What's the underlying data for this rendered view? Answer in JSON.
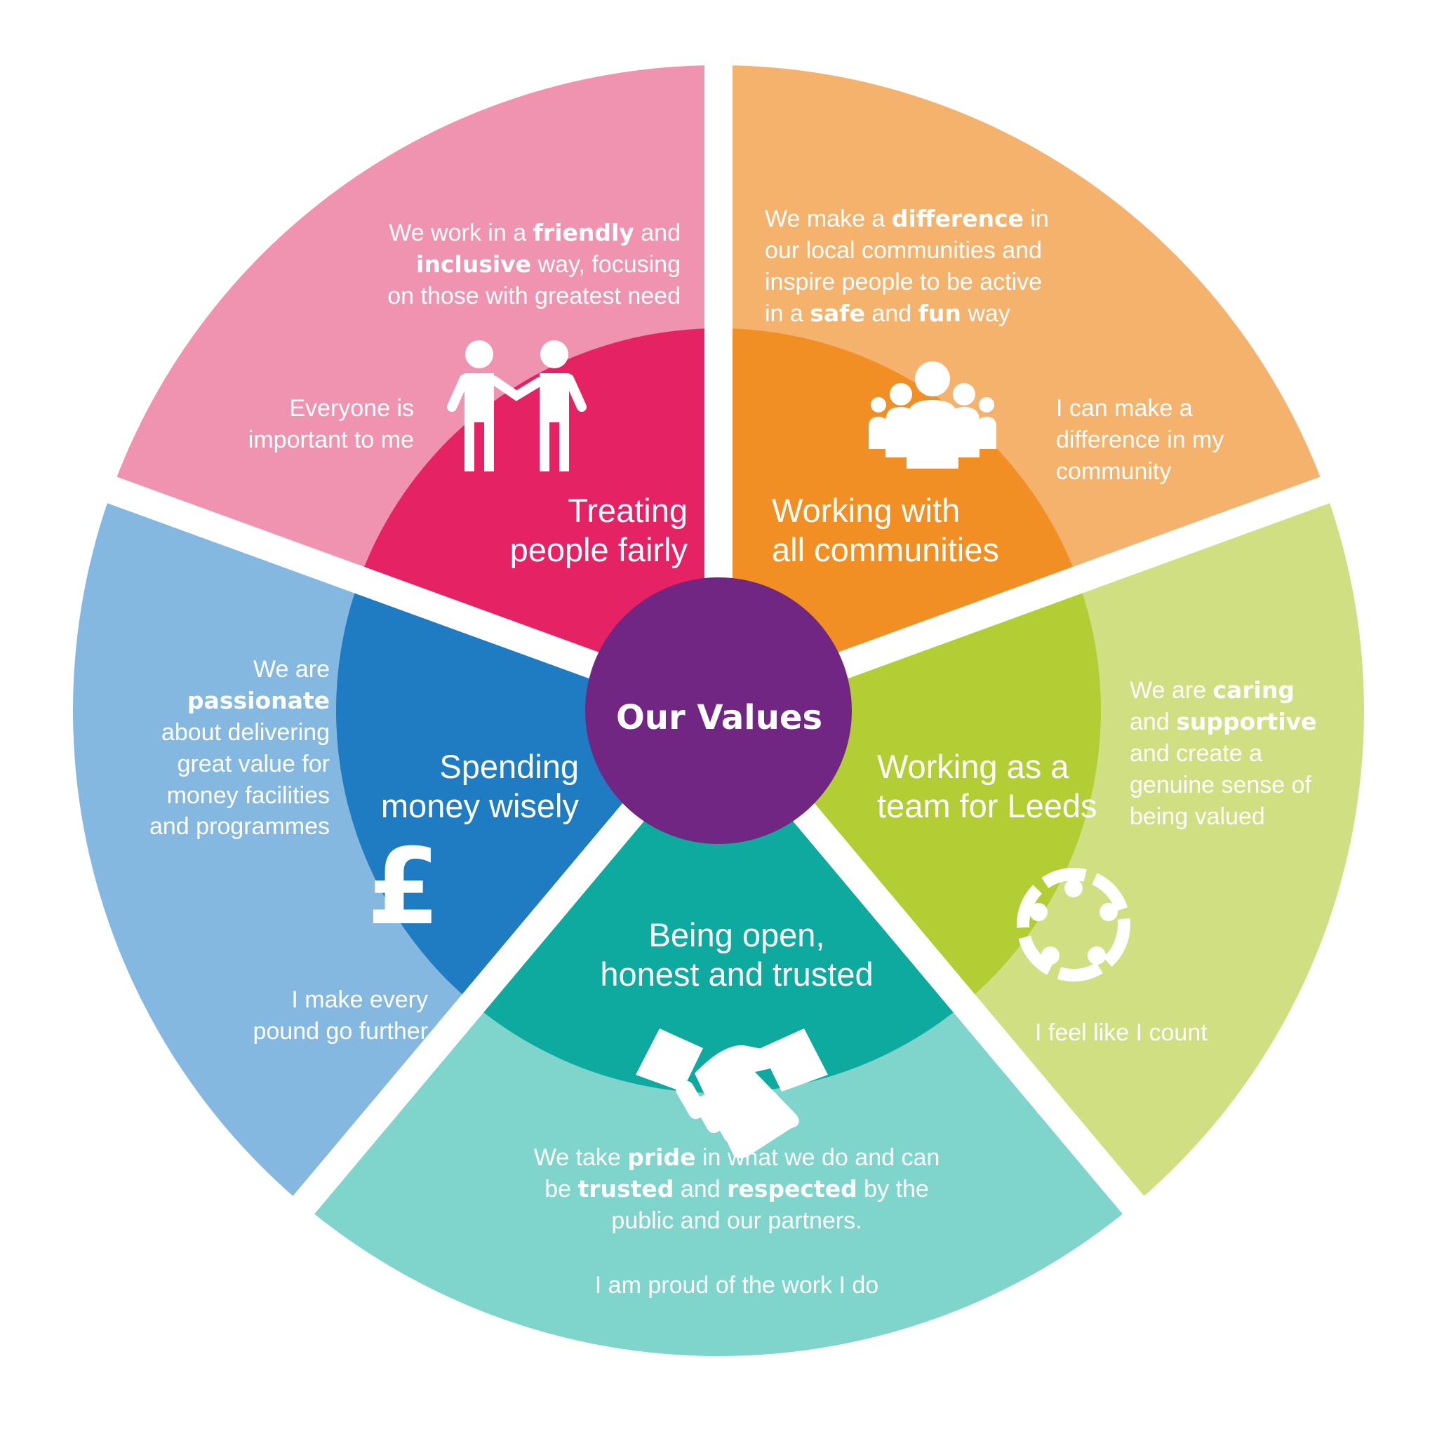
{
  "center": {
    "title": "Our Values"
  },
  "colors": {
    "center": "#722684",
    "pink_outer": "#f093b0",
    "pink_inner": "#e52364",
    "orange_outer": "#f5b26d",
    "orange_inner": "#f28f24",
    "green_outer": "#cfdf82",
    "green_inner": "#b3cd35",
    "teal_outer": "#7fd4cb",
    "teal_inner": "#0ea99f",
    "blue_outer": "#84b8e0",
    "blue_inner": "#1f7cc2"
  },
  "segments": {
    "fairly": {
      "title": [
        "Treating",
        "people fairly"
      ],
      "desc": [
        [
          {
            "t": "We work in a "
          },
          {
            "t": "friendly",
            "b": true
          },
          {
            "t": " and"
          }
        ],
        [
          {
            "t": "inclusive",
            "b": true
          },
          {
            "t": "  way, focusing"
          }
        ],
        [
          {
            "t": "on those with greatest need"
          }
        ]
      ],
      "note": [
        "Everyone is",
        "important to me"
      ],
      "icon": "two-people-shaking-hands-icon"
    },
    "communities": {
      "title": [
        "Working with",
        "all communities"
      ],
      "desc": [
        [
          {
            "t": "We make a "
          },
          {
            "t": "difference",
            "b": true
          },
          {
            "t": " in"
          }
        ],
        [
          {
            "t": "our local communities and"
          }
        ],
        [
          {
            "t": "inspire people to be active"
          }
        ],
        [
          {
            "t": "in a "
          },
          {
            "t": "safe",
            "b": true
          },
          {
            "t": " and "
          },
          {
            "t": "fun",
            "b": true
          },
          {
            "t": " way"
          }
        ]
      ],
      "note": [
        "I can make a",
        "difference in my",
        "community"
      ],
      "icon": "group-of-people-icon"
    },
    "team": {
      "title": [
        "Working as a",
        "team for Leeds"
      ],
      "desc": [
        [
          {
            "t": "We are "
          },
          {
            "t": "caring",
            "b": true
          }
        ],
        [
          {
            "t": "and "
          },
          {
            "t": "supportive",
            "b": true
          }
        ],
        [
          {
            "t": "and create a"
          }
        ],
        [
          {
            "t": "genuine sense of"
          }
        ],
        [
          {
            "t": "being valued"
          }
        ]
      ],
      "note": [
        "I feel like I count"
      ],
      "icon": "team-circle-icon"
    },
    "open": {
      "title": [
        "Being open,",
        "honest and trusted"
      ],
      "desc": [
        [
          {
            "t": "We take "
          },
          {
            "t": "pride",
            "b": true
          },
          {
            "t": " in what we do and can"
          }
        ],
        [
          {
            "t": "be "
          },
          {
            "t": "trusted",
            "b": true
          },
          {
            "t": " and "
          },
          {
            "t": "respected",
            "b": true
          },
          {
            "t": " by the"
          }
        ],
        [
          {
            "t": "public and our partners."
          }
        ]
      ],
      "note": [
        "I am proud of the work I do"
      ],
      "icon": "handshake-icon"
    },
    "money": {
      "title": [
        "Spending",
        "money wisely"
      ],
      "desc": [
        [
          {
            "t": "We are"
          }
        ],
        [
          {
            "t": "passionate",
            "b": true
          }
        ],
        [
          {
            "t": "about delivering"
          }
        ],
        [
          {
            "t": "great value for"
          }
        ],
        [
          {
            "t": "money facilities"
          }
        ],
        [
          {
            "t": "and programmes"
          }
        ]
      ],
      "note": [
        "I make every",
        "pound go further"
      ],
      "icon": "pound-sign-icon",
      "icon_glyph": "£"
    }
  }
}
